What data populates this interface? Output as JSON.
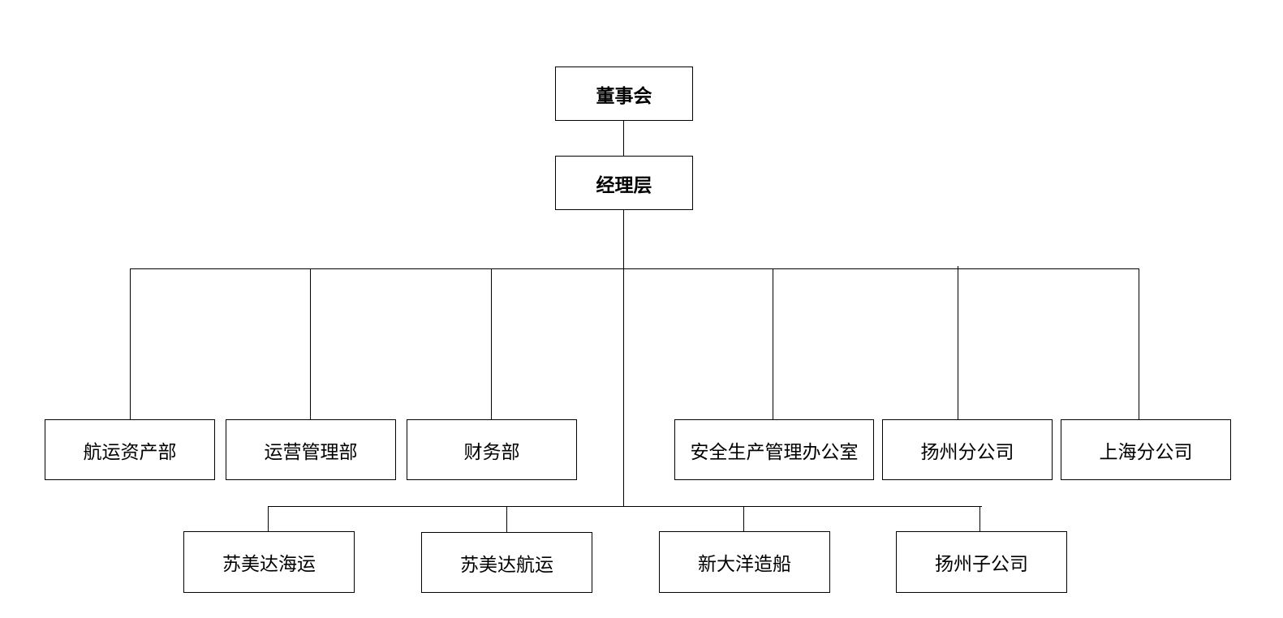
{
  "org_chart": {
    "board": "董事会",
    "management": "经理层",
    "departments": [
      "航运资产部",
      "运营管理部",
      "财务部",
      "安全生产管理办公室",
      "扬州分公司",
      "上海分公司"
    ],
    "subsidiaries": [
      "苏美达海运",
      "苏美达航运",
      "新大洋造船",
      "扬州子公司"
    ]
  },
  "colors": {
    "line": "#000000",
    "box_border": "#000000",
    "background": "#ffffff"
  }
}
